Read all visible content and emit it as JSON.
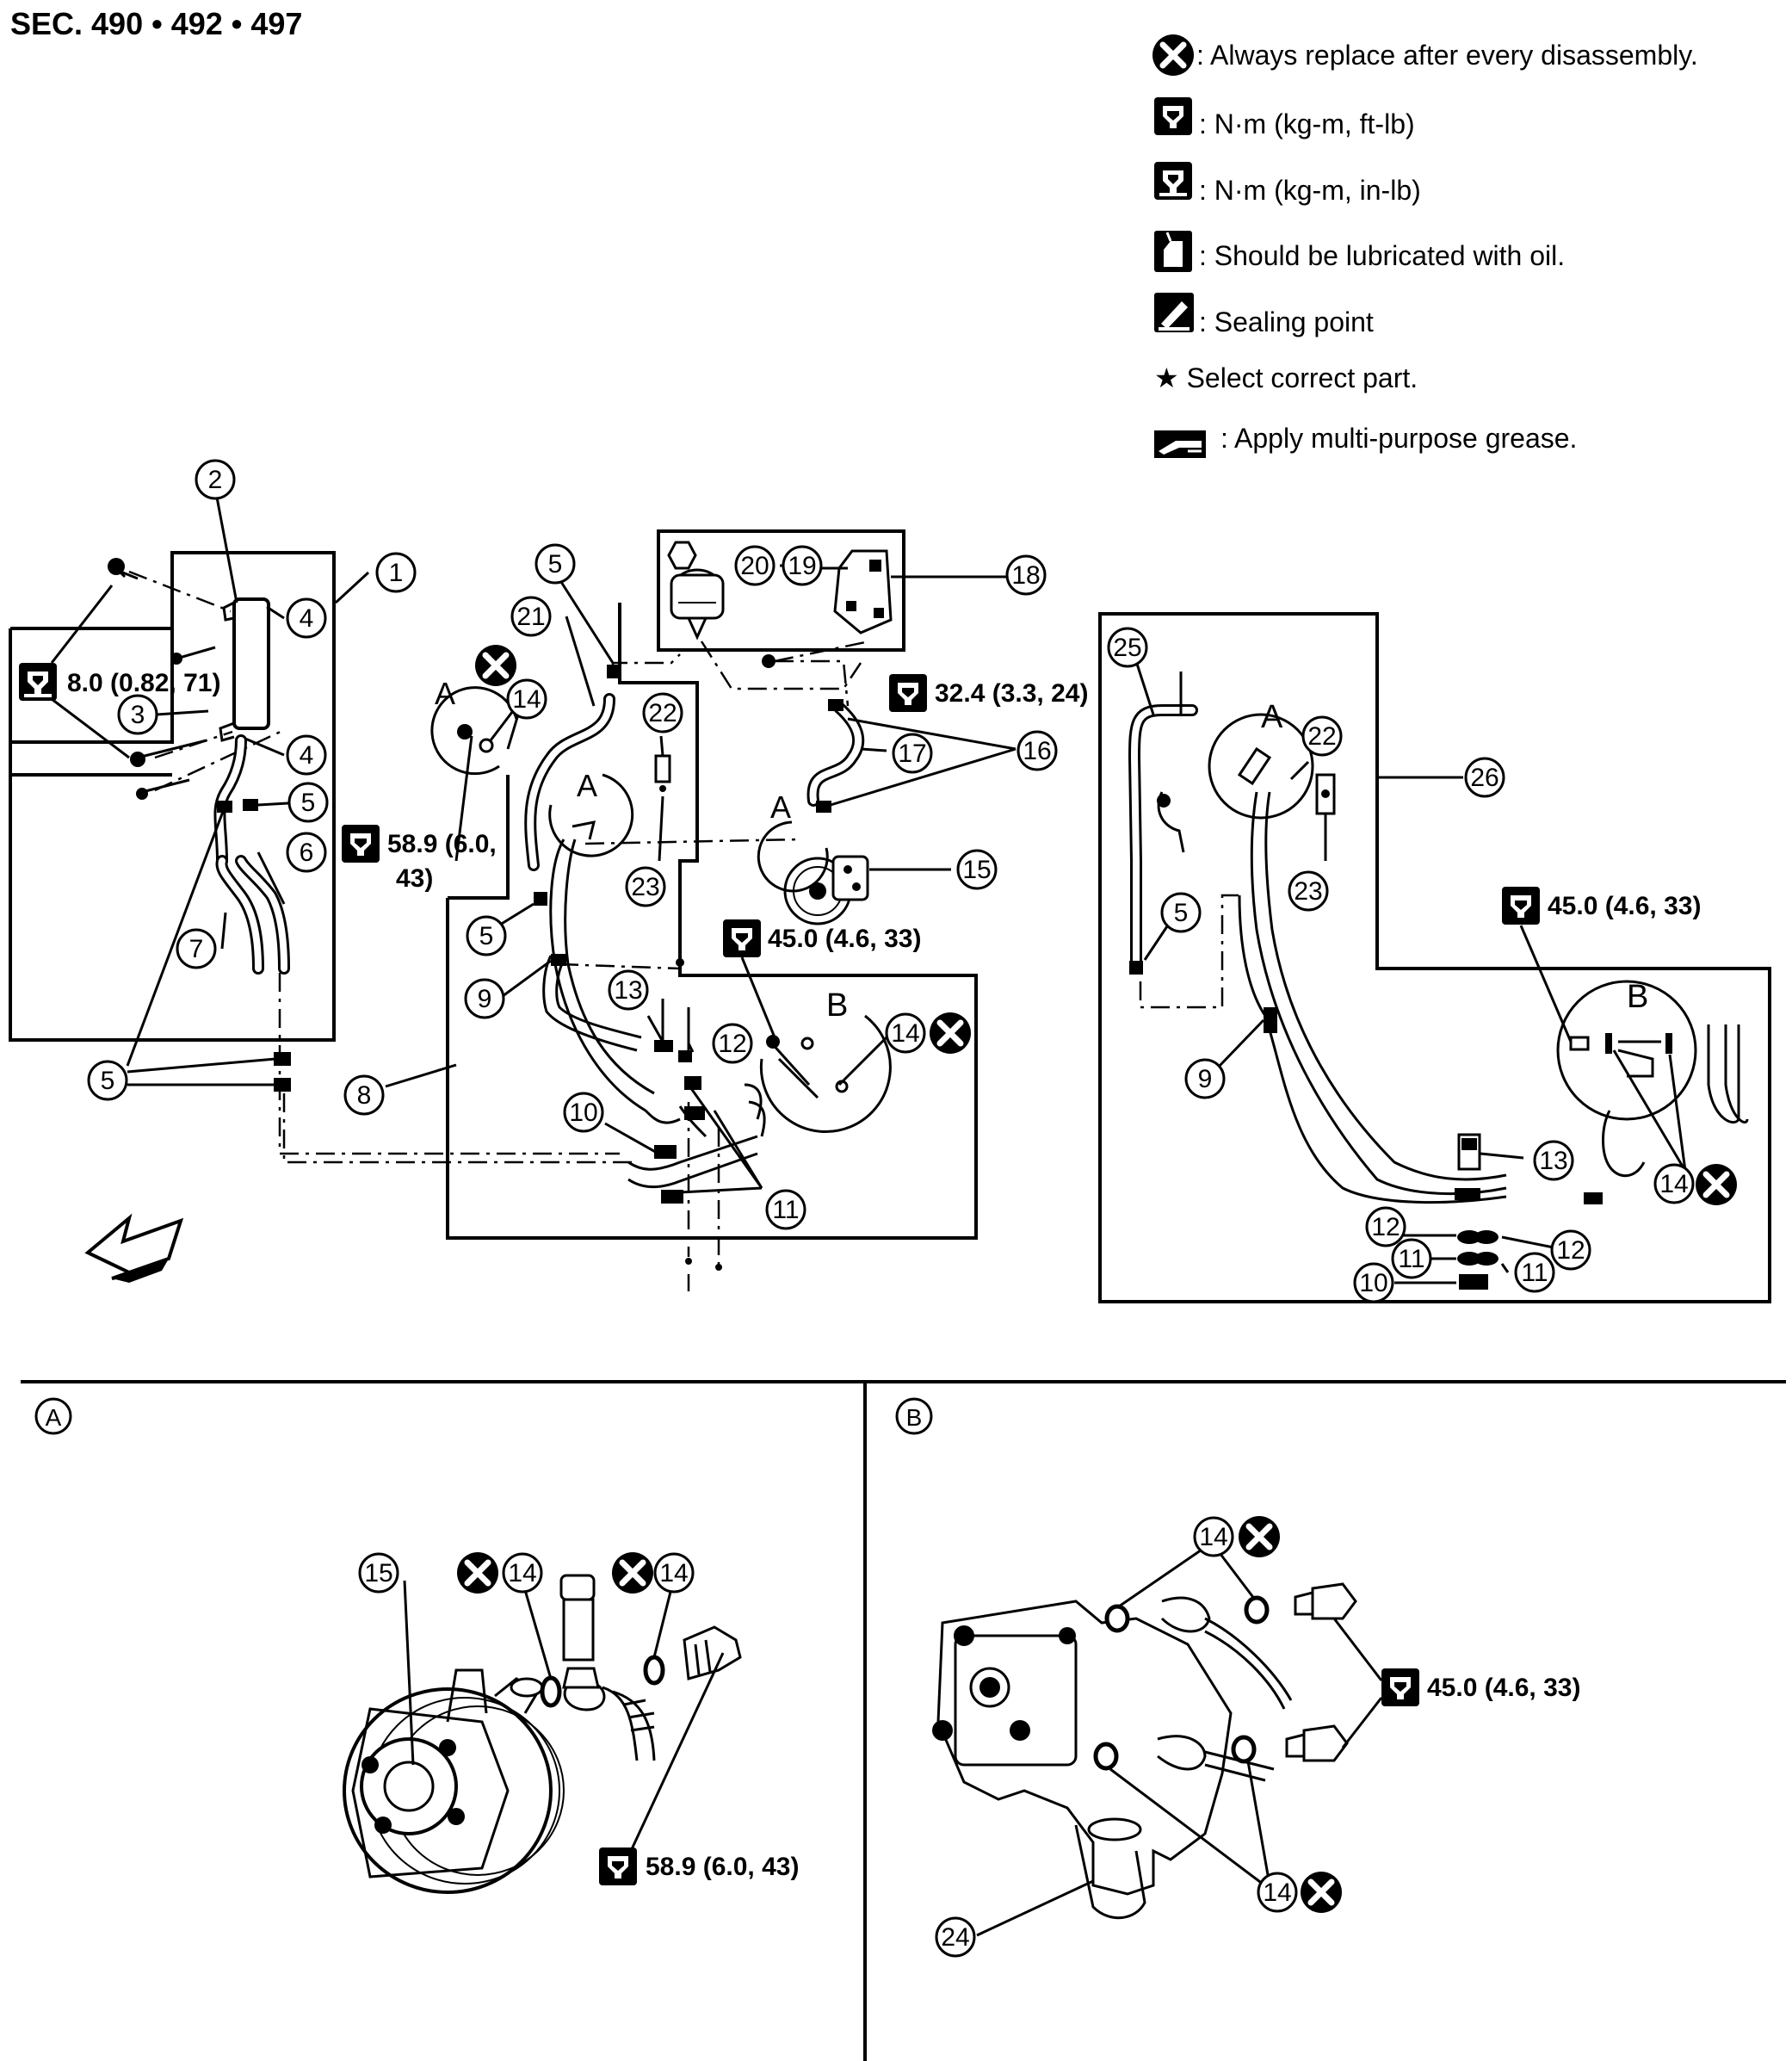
{
  "header": {
    "section": "SEC. 490 • 492 • 497"
  },
  "legend": [
    {
      "icon": "replace-x-icon",
      "text": ": Always replace after every disassembly."
    },
    {
      "icon": "torque-wrench-icon",
      "text": ": N·m (kg-m, ft-lb)"
    },
    {
      "icon": "torque-wrench-filled-icon",
      "text": ": N·m (kg-m, in-lb)"
    },
    {
      "icon": "oil-can-icon",
      "text": ": Should be lubricated with oil."
    },
    {
      "icon": "sealing-icon",
      "text": ": Sealing point"
    },
    {
      "icon": "star-icon",
      "text": "★ Select correct part."
    },
    {
      "icon": "grease-icon",
      "text": ": Apply multi-purpose grease."
    }
  ],
  "torques": {
    "t1": "8.0 (0.82, 71)",
    "t2a": "58.9 (6.0,",
    "t2b": "43)",
    "t3": "32.4 (3.3, 24)",
    "t4": "45.0 (4.6, 33)",
    "t5": "45.0 (4.6, 33)",
    "t6": "45.0 (4.6, 33)",
    "t7": "58.9 (6.0, 43)"
  },
  "detail_letters": {
    "a": "A",
    "b": "B"
  },
  "callouts": {
    "c1": "1",
    "c2": "2",
    "c3": "3",
    "c4a": "4",
    "c4b": "4",
    "c5a": "5",
    "c5b": "5",
    "c5c": "5",
    "c5d": "5",
    "c5e": "5",
    "c6": "6",
    "c7": "7",
    "c8": "8",
    "c9a": "9",
    "c9b": "9",
    "c10a": "10",
    "c10b": "10",
    "c11a": "11",
    "c11b": "11",
    "c11c": "11",
    "c12a": "12",
    "c12b": "12",
    "c12c": "12",
    "c13a": "13",
    "c13b": "13",
    "c14a": "14",
    "c14b": "14",
    "c14c": "14",
    "c14d": "14",
    "c14e": "14",
    "c14f": "14",
    "c14g": "14",
    "c15a": "15",
    "c15b": "15",
    "c16": "16",
    "c17": "17",
    "c18": "18",
    "c19": "19",
    "c20": "20",
    "c21": "21",
    "c22a": "22",
    "c22b": "22",
    "c23a": "23",
    "c23b": "23",
    "c24": "24",
    "c25": "25",
    "c26": "26"
  },
  "panels": {
    "a_label": "A",
    "b_label": "B"
  }
}
